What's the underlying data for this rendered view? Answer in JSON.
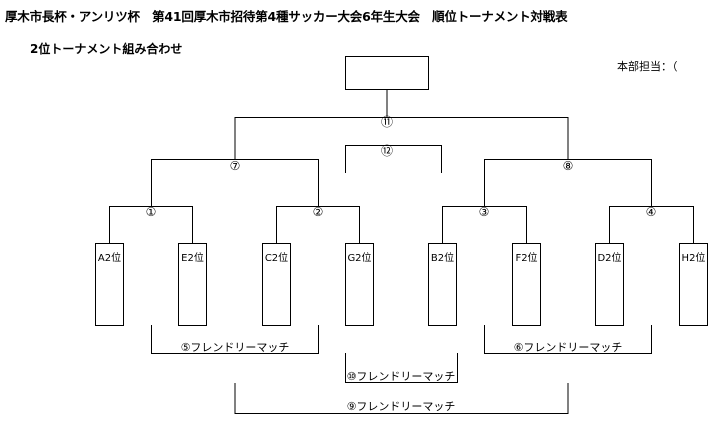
{
  "title": "厚木市長杯・アンリツ杯　第41回厚木市招待第4種サッカー大会6年生大会　順位トーナメント対戦表",
  "subtitle": "2位トーナメント組み合わせ",
  "staff_label": "本部担当：（",
  "champion_box": "",
  "teams": [
    "A2位",
    "E2位",
    "C2位",
    "G2位",
    "B2位",
    "F2位",
    "D2位",
    "H2位"
  ],
  "match_labels": {
    "m1": "①",
    "m2": "②",
    "m3": "③",
    "m4": "④",
    "m7": "⑦",
    "m8": "⑧",
    "m11": "⑪",
    "m12": "⑫"
  },
  "friendly_matches": {
    "m5": "⑤フレンドリーマッチ",
    "m6": "⑥フレンドリーマッチ",
    "m10": "⑩フレンドリーマッチ",
    "m9": "⑨フレンドリーマッチ"
  }
}
